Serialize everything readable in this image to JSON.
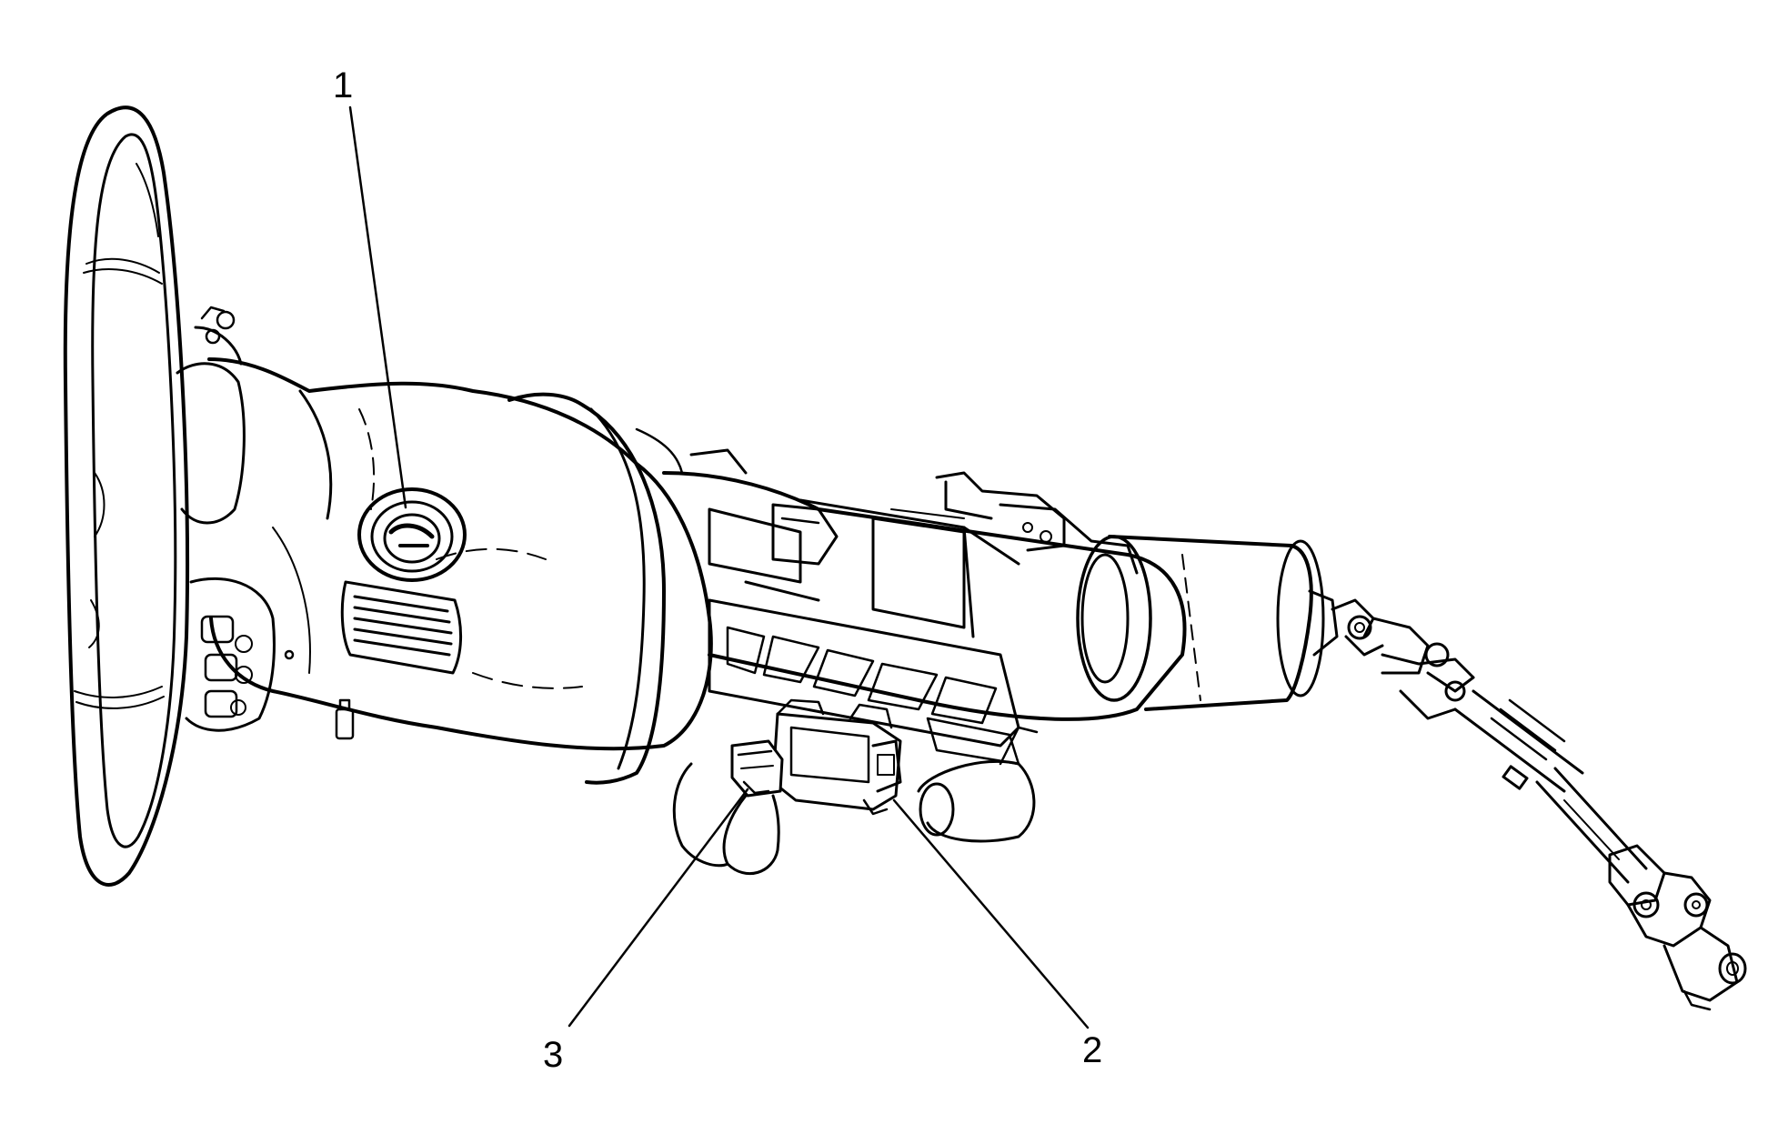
{
  "callouts": [
    {
      "id": "1",
      "label": "1"
    },
    {
      "id": "2",
      "label": "2"
    },
    {
      "id": "3",
      "label": "3"
    }
  ],
  "colors": {
    "line": "#000000",
    "background": "#ffffff"
  },
  "illustration": "steering-column-assembly"
}
